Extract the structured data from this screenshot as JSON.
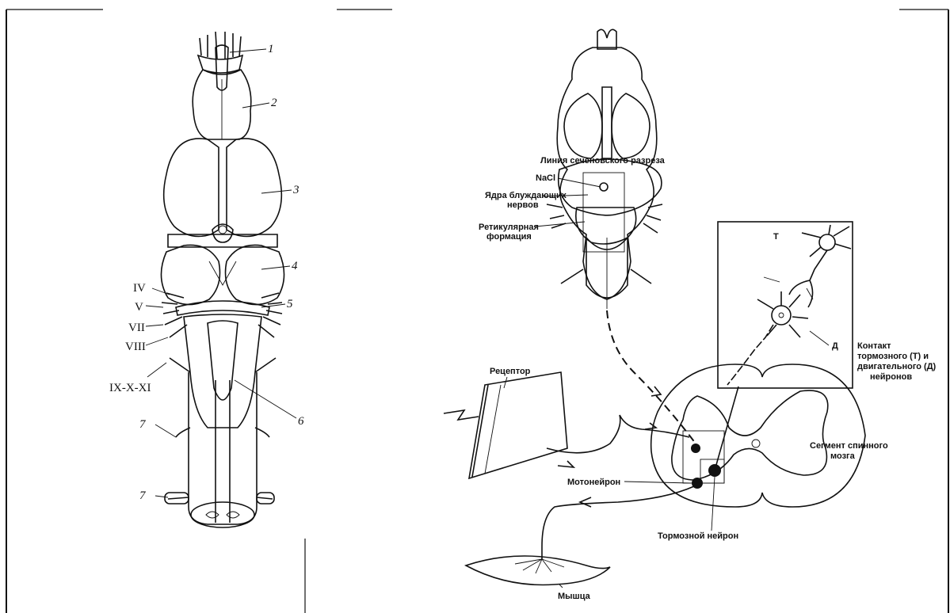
{
  "left_figure": {
    "number_labels": [
      "1",
      "2",
      "3",
      "4",
      "5",
      "6",
      "7",
      "7"
    ],
    "nerve_labels": [
      "IV",
      "V",
      "VII",
      "VIII",
      "IX-X-XI"
    ]
  },
  "right_figure": {
    "labels": {
      "section_line": "Линия сеченовского разреза",
      "nacl": "NaCl",
      "vagus_nuclei_1": "Ядра блуждающих",
      "vagus_nuclei_2": "нервов",
      "reticular_1": "Ретикулярная",
      "reticular_2": "формация",
      "receptor": "Рецептор",
      "motoneuron": "Мотонейрон",
      "inhibitory_neuron": "Тормозной нейрон",
      "muscle": "Мышца",
      "spinal_segment_1": "Сегмент спинного",
      "spinal_segment_2": "мозга",
      "contact_1": "Контакт",
      "contact_2": "тормозного (Т) и",
      "contact_3": "двигательного (Д)",
      "contact_4": "нейронов",
      "neuron_t": "Т",
      "neuron_d": "Д"
    }
  }
}
